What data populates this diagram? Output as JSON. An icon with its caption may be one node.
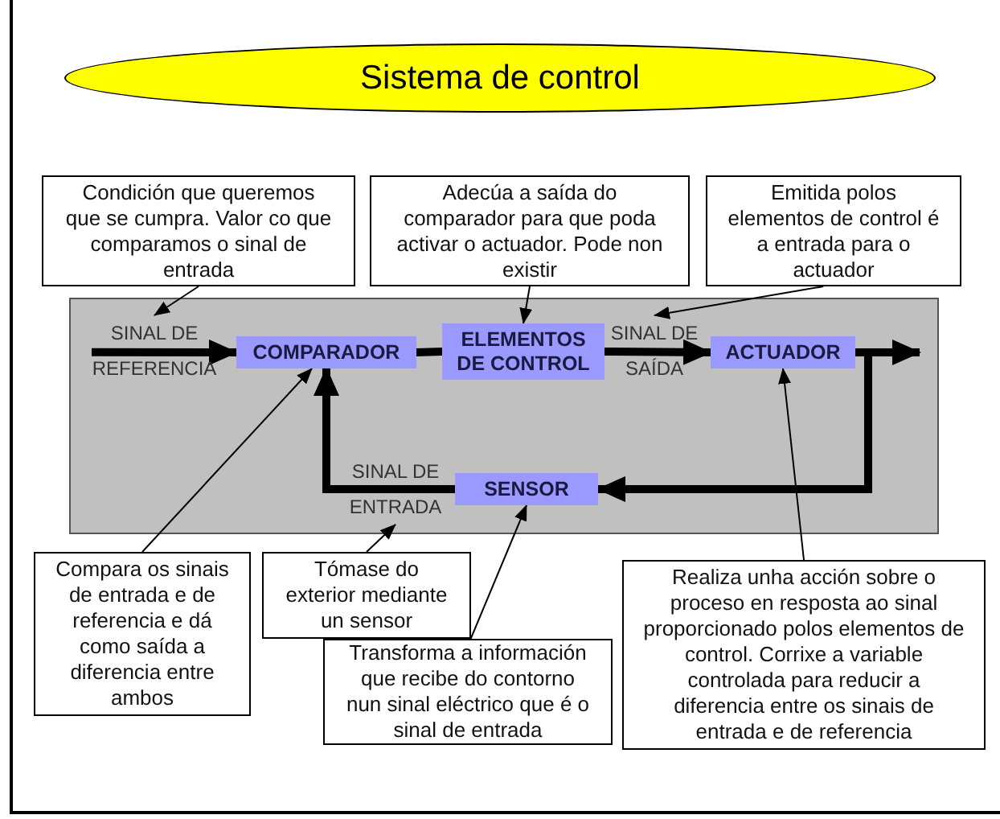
{
  "diagram": {
    "title": "Sistema de control",
    "nodes": [
      {
        "text": [
          "Condición que queremos que se cumpra. Valor co que comparamos o sinal de entrada"
        ]
      },
      {
        "text": [
          "Adecúa a saída do comparador para que poda activar o actuador. Pode non existir"
        ]
      },
      {
        "text": [
          "Emitida polos elementos de control é a entrada para o actuador"
        ]
      },
      {
        "text": [
          "SINAL DE REFERENCIA"
        ]
      },
      {
        "text": [
          "COMPARADOR"
        ]
      },
      {
        "text": [
          "ELEMENTOS DE CONTROL"
        ]
      },
      {
        "text": [
          "SINAL DE SAÍDA"
        ]
      },
      {
        "text": [
          "ACTUADOR"
        ]
      },
      {
        "text": [
          "SENSOR"
        ]
      },
      {
        "text": [
          "SINAL DE ENTRADA"
        ]
      },
      {
        "text": [
          "Compara os sinais de entrada e de referencia e dá como saída a diferencia entre ambos"
        ]
      },
      {
        "text": [
          "Tómase do exterior mediante un sensor"
        ]
      },
      {
        "text": [
          "Transforma a información que recibe do contorno nun sinal eléctrico que é o sinal de entrada"
        ]
      },
      {
        "text": [
          "Realiza unha acción sobre o proceso en resposta ao sinal proporcionado polos elementos de control. Corrixe a variable controlada para reducir a diferencia entre os sinais de entrada e de referencia"
        ]
      }
    ],
    "edges": [
      {
        "from": 3,
        "to": 4,
        "arrow": "to",
        "style": "thick"
      },
      {
        "from": 4,
        "to": 5,
        "arrow": "none",
        "style": "thick"
      },
      {
        "from": 5,
        "to": 7,
        "arrow": "to",
        "style": "thick"
      },
      {
        "from": 7,
        "to": null,
        "arrow": "to",
        "style": "thick"
      },
      {
        "from": 7,
        "to": 8,
        "arrow": "to",
        "style": "thick"
      },
      {
        "from": 8,
        "to": 4,
        "arrow": "to",
        "style": "thick"
      },
      {
        "from": 0,
        "to": 3,
        "arrow": "to"
      },
      {
        "from": 1,
        "to": 5,
        "arrow": "to"
      },
      {
        "from": 2,
        "to": 6,
        "arrow": "to"
      },
      {
        "from": 10,
        "to": 4,
        "arrow": "to"
      },
      {
        "from": 11,
        "to": 9,
        "arrow": "to"
      },
      {
        "from": 12,
        "to": 8,
        "arrow": "to"
      },
      {
        "from": 13,
        "to": 7,
        "arrow": "to"
      }
    ]
  }
}
